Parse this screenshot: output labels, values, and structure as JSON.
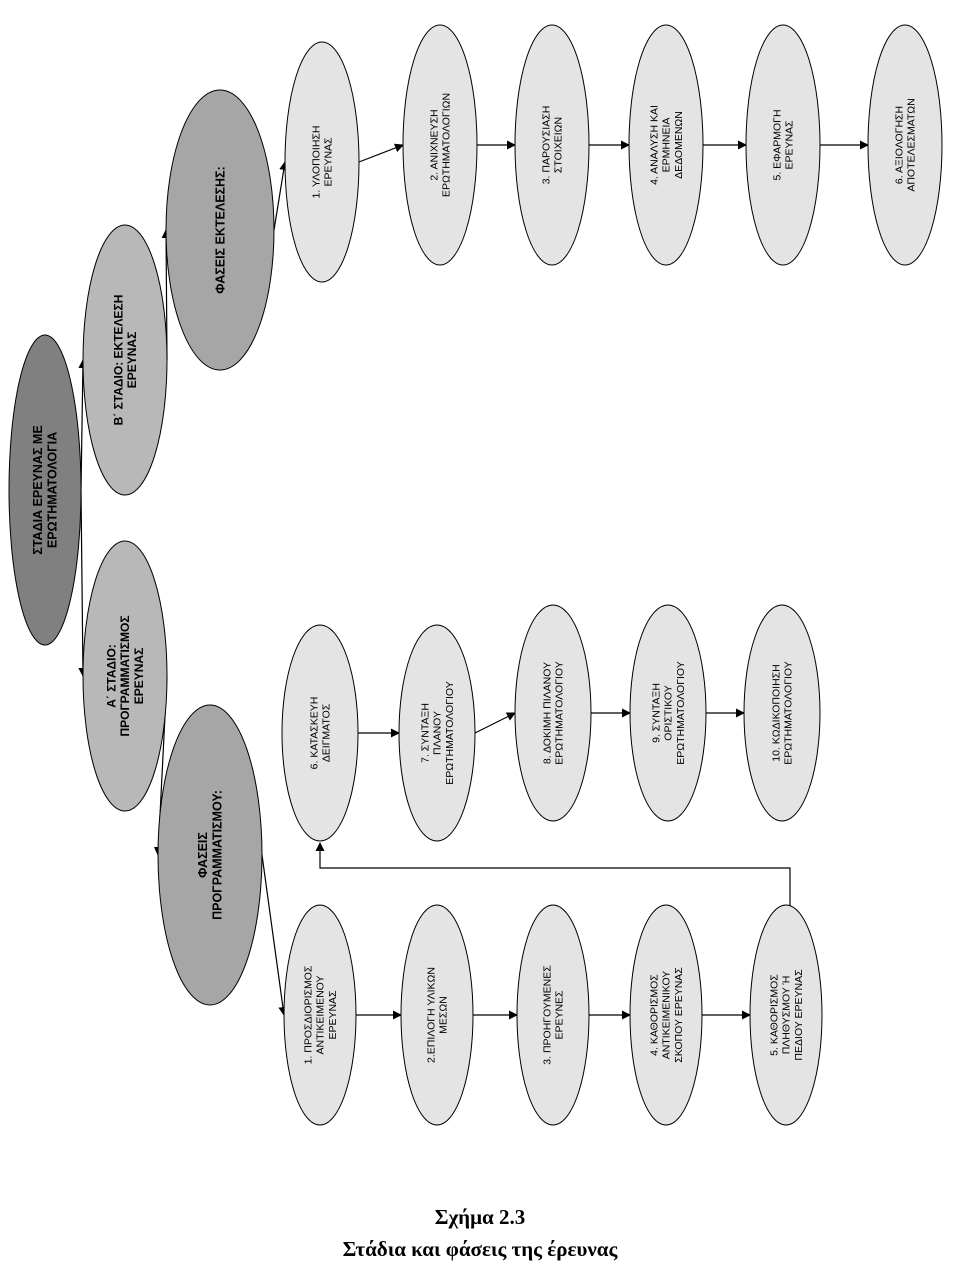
{
  "colors": {
    "root": "#808080",
    "stage": "#b8b8b8",
    "phase": "#a6a6a6",
    "step": "#e4e4e4",
    "stroke": "#000000"
  },
  "nodes": {
    "root": {
      "lines": [
        "ΣΤΑΔΙΑ ΕΡΕΥΝΑΣ ΜΕ",
        "ΕΡΩΤΗΜΑΤΟΛΟΓΙΑ"
      ]
    },
    "stage_a": {
      "lines": [
        "Α΄ ΣΤΑΔΙΟ:",
        "ΠΡΟΓΡΑΜΜΑΤΙΣΜΟΣ",
        "ΕΡΕΥΝΑΣ"
      ]
    },
    "stage_b": {
      "lines": [
        "Β΄ ΣΤΑΔΙΟ: ΕΚΤΕΛΕΣΗ",
        "ΕΡΕΥΝΑΣ"
      ]
    },
    "phase_planning": {
      "lines": [
        "ΦΑΣΕΙΣ",
        "ΠΡΟΓΡΑΜΜΑΤΙΣΜΟΥ:"
      ]
    },
    "phase_execution": {
      "lines": [
        "ΦΑΣΕΙΣ ΕΚΤΕΛΕΣΗΣ:"
      ]
    },
    "p1": {
      "lines": [
        "1. ΠΡΟΣΔΙΟΡΙΣΜΟΣ",
        "ΑΝΤΙΚΕΙΜΕΝΟΥ",
        "ΕΡΕΥΝΑΣ"
      ]
    },
    "p2": {
      "lines": [
        "2.ΕΠΙΛΟΓΗ ΥΛΙΚΩΝ",
        "ΜΕΣΩΝ"
      ]
    },
    "p3": {
      "lines": [
        "3. ΠΡΟΗΓΟΥΜΕΝΕΣ",
        "ΕΡΕΥΝΕΣ"
      ]
    },
    "p4": {
      "lines": [
        "4. ΚΑΘΟΡΙΣΜΟΣ",
        "ΑΝΤΙΚΕΙΜΕΝΙΚΟΥ",
        "ΣΚΟΠΟΥ ΕΡΕΥΝΑΣ"
      ]
    },
    "p5": {
      "lines": [
        "5. ΚΑΘΟΡΙΣΜΟΣ",
        "ΠΛΗΘΥΣΜΟΥ Ή",
        "ΠΕΔΙΟΥ ΕΡΕΥΝΑΣ"
      ]
    },
    "p6": {
      "lines": [
        "6. ΚΑΤΑΣΚΕΥΗ",
        "ΔΕΙΓΜΑΤΟΣ"
      ]
    },
    "p7": {
      "lines": [
        "7. ΣΥΝΤΑΞΗ",
        "ΠΛΑΝΟΥ",
        "ΕΡΩΤΗΜΑΤΟΛΟΓΙΟΥ"
      ]
    },
    "p8": {
      "lines": [
        "8. ΔΟΚΙΜΗ ΠΙΛΑΝΟΥ",
        "ΕΡΩΤΗΜΑΤΟΛΟΓΙΟΥ"
      ]
    },
    "p9": {
      "lines": [
        "9. ΣΥΝΤΑΞΗ",
        "ΟΡΙΣΤΙΚΟΥ",
        "ΕΡΩΤΗΜΑΤΟΛΟΓΙΟΥ"
      ]
    },
    "p10": {
      "lines": [
        "10. ΚΩΔΙΚΟΠΟΙΗΣΗ",
        "ΕΡΩΤΗΜΑΤΟΛΟΓΙΟΥ"
      ]
    },
    "e1": {
      "lines": [
        "1. ΥΛΟΠΟΙΗΣΗ",
        "ΕΡΕΥΝΑΣ"
      ]
    },
    "e2": {
      "lines": [
        "2. ΑΝΙΧΝΕΥΣΗ",
        "ΕΡΩΤΗΜΑΤΟΛΟΓΙΩΝ"
      ]
    },
    "e3": {
      "lines": [
        "3. ΠΑΡΟΥΣΙΑΣΗ",
        "ΣΤΟΙΧΕΙΩΝ"
      ]
    },
    "e4": {
      "lines": [
        "4. ΑΝΑΛΥΣΗ ΚΑΙ",
        "ΕΡΜΗΝΕΙΑ",
        "ΔΕΔΟΜΕΝΩΝ"
      ]
    },
    "e5": {
      "lines": [
        "5. ΕΦΑΡΜΟΓΗ",
        "ΕΡΕΥΝΑΣ"
      ]
    },
    "e6": {
      "lines": [
        "6. ΑΞΙΟΛΟΓΗΣΗ",
        "ΑΠΟΤΕΛΕΣΜΑΤΩΝ"
      ]
    }
  },
  "caption": {
    "number": "Σχήμα 2.3",
    "title": "Στάδια και φάσεις της έρευνας"
  }
}
